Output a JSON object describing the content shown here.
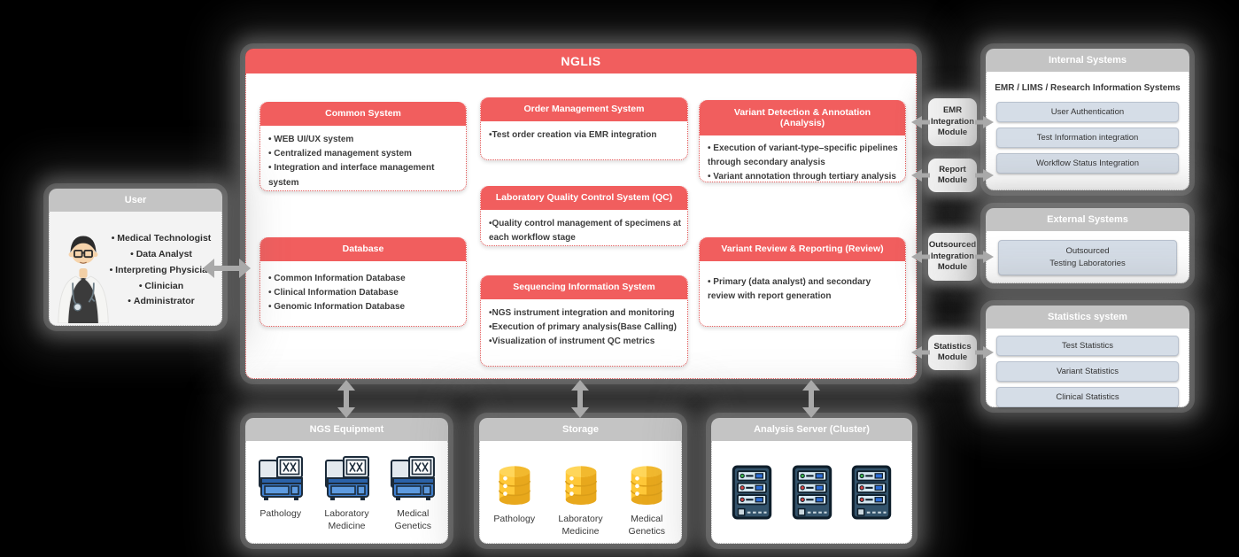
{
  "title": "NGLIS",
  "colors": {
    "accent_red": "#F15E5E",
    "header_gray": "#C4C4C4",
    "button_blue": "#D5DDE7",
    "arrow_gray": "#A9A9A9",
    "storage_yellow": "#F6B93B",
    "server_navy": "#33536B",
    "sequencer_blue": "#3E7FD0"
  },
  "user": {
    "header": "User",
    "items": [
      "Medical Technologist",
      "Data Analyst",
      "Interpreting Physician",
      "Clinician",
      "Administrator"
    ]
  },
  "main": {
    "common": {
      "title": "Common System",
      "items": [
        "WEB UI/UX system",
        "Centralized management system",
        "Integration and interface management system"
      ]
    },
    "database": {
      "title": "Database",
      "items": [
        "Common Information Database",
        "Clinical Information Database",
        "Genomic Information Database"
      ]
    },
    "order": {
      "title": "Order Management System",
      "items": [
        "Test order creation via EMR integration"
      ]
    },
    "qc": {
      "title": "Laboratory Quality Control System (QC)",
      "items": [
        "Quality control management of specimens at each workflow stage"
      ]
    },
    "sequencing": {
      "title": "Sequencing Information System",
      "items": [
        "NGS instrument integration and monitoring",
        "Execution of primary analysis(Base Calling)",
        "Visualization of instrument QC metrics"
      ]
    },
    "variant_detection": {
      "title": "Variant Detection & Annotation (Analysis)",
      "items": [
        "Execution of variant-type–specific pipelines through secondary analysis",
        "Variant annotation through tertiary analysis"
      ]
    },
    "variant_review": {
      "title": "Variant Review & Reporting (Review)",
      "items": [
        "Primary (data analyst) and secondary review with report generation"
      ]
    }
  },
  "modules": {
    "emr": "EMR Integration Module",
    "report": "Report Module",
    "outsourced": "Outsourced Integration Module",
    "statistics": "Statistics Module"
  },
  "internal": {
    "header": "Internal Systems",
    "subtitle": "EMR / LIMS / Research Information Systems",
    "buttons": [
      "User Authentication",
      "Test Information  integration",
      "Workflow Status Integration"
    ]
  },
  "external": {
    "header": "External Systems",
    "buttons": [
      "Outsourced\nTesting Laboratories"
    ]
  },
  "statistics": {
    "header": "Statistics system",
    "buttons": [
      "Test Statistics",
      "Variant Statistics",
      "Clinical Statistics"
    ]
  },
  "bottom": {
    "ngs": {
      "header": "NGS Equipment",
      "labels": [
        "Pathology",
        "Laboratory Medicine",
        "Medical Genetics"
      ]
    },
    "storage": {
      "header": "Storage",
      "labels": [
        "Pathology",
        "Laboratory Medicine",
        "Medical Genetics"
      ]
    },
    "cluster": {
      "header": "Analysis Server (Cluster)"
    }
  }
}
